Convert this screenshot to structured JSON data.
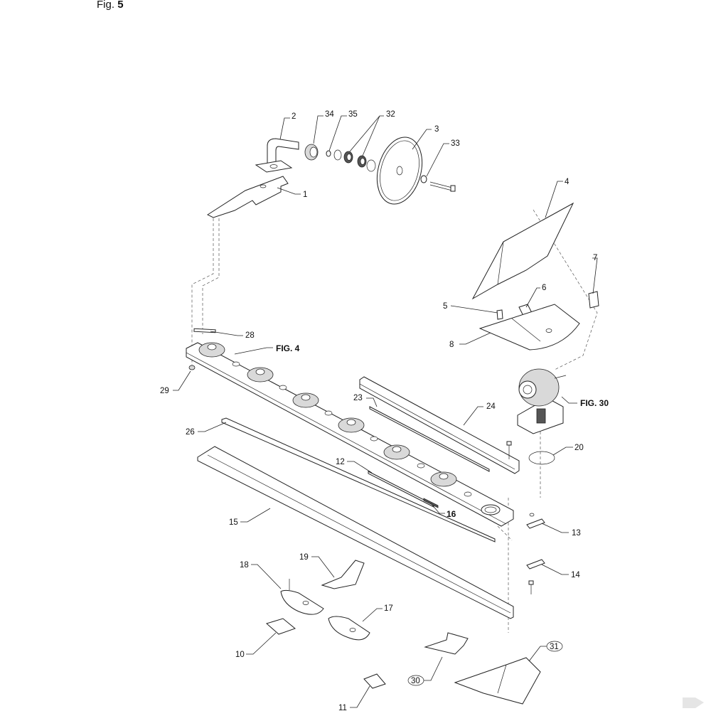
{
  "figure": {
    "prefix": "Fig.",
    "number": "5"
  },
  "callouts": [
    {
      "id": "c2",
      "text": "2"
    },
    {
      "id": "c34",
      "text": "34"
    },
    {
      "id": "c35",
      "text": "35"
    },
    {
      "id": "c32",
      "text": "32"
    },
    {
      "id": "c3",
      "text": "3"
    },
    {
      "id": "c33",
      "text": "33"
    },
    {
      "id": "c1",
      "text": "1"
    },
    {
      "id": "c4",
      "text": "4"
    },
    {
      "id": "c7",
      "text": "7"
    },
    {
      "id": "c6",
      "text": "6"
    },
    {
      "id": "c5",
      "text": "5"
    },
    {
      "id": "c8",
      "text": "8"
    },
    {
      "id": "c28",
      "text": "28"
    },
    {
      "id": "cfig4",
      "text": "FIG. 4"
    },
    {
      "id": "c29",
      "text": "29"
    },
    {
      "id": "c23",
      "text": "23"
    },
    {
      "id": "c24",
      "text": "24"
    },
    {
      "id": "cfig30",
      "text": "FIG. 30"
    },
    {
      "id": "c26",
      "text": "26"
    },
    {
      "id": "c20",
      "text": "20"
    },
    {
      "id": "c12",
      "text": "12"
    },
    {
      "id": "c16",
      "text": "16"
    },
    {
      "id": "c15",
      "text": "15"
    },
    {
      "id": "c13",
      "text": "13"
    },
    {
      "id": "c18",
      "text": "18"
    },
    {
      "id": "c19",
      "text": "19"
    },
    {
      "id": "c14",
      "text": "14"
    },
    {
      "id": "c17",
      "text": "17"
    },
    {
      "id": "c10",
      "text": "10"
    },
    {
      "id": "c31",
      "text": "31"
    },
    {
      "id": "c30",
      "text": "30"
    },
    {
      "id": "c11",
      "text": "11"
    }
  ]
}
